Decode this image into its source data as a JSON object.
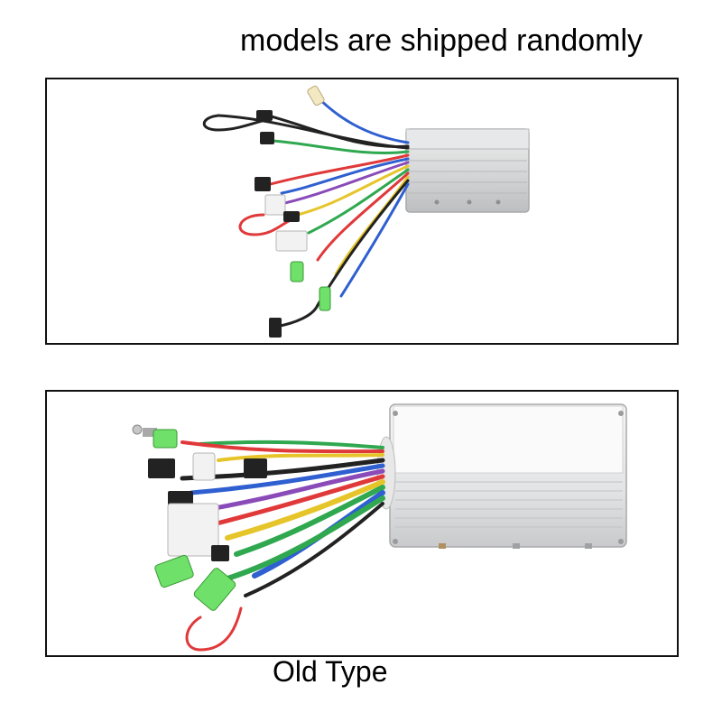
{
  "captions": {
    "top": "models are shipped randomly",
    "bottom": "Old Type"
  },
  "colors": {
    "casing": "#d9dadb",
    "casing_shadow": "#b8b9ba",
    "border": "#111111",
    "wire_red": "#e0393a",
    "wire_blue": "#2f5fd0",
    "wire_green": "#2fa84f",
    "wire_yellow": "#e6c52a",
    "wire_black": "#222222",
    "wire_purple": "#8a4bb8",
    "connector_green": "#6fe06a",
    "connector_white": "#f2f2f2"
  },
  "images": [
    {
      "name": "new-type-controller-photo",
      "icon": "motor-controller-with-wiring"
    },
    {
      "name": "old-type-controller-photo",
      "icon": "motor-controller-with-wiring"
    }
  ]
}
